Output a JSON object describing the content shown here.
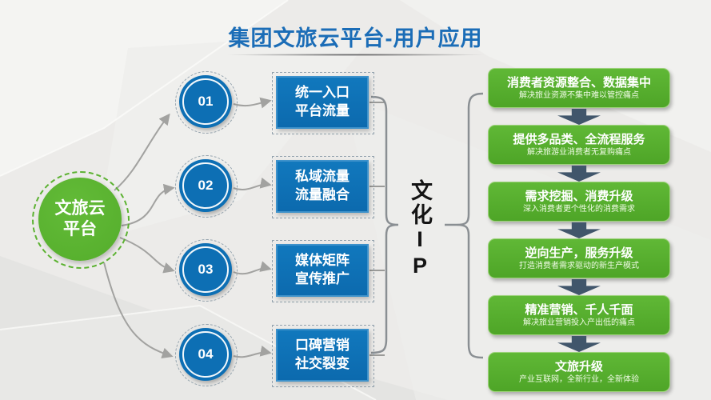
{
  "title": "集团文旅云平台-用户应用",
  "platform": {
    "line1": "文旅云",
    "line2": "平台"
  },
  "center_label": {
    "text": "文化IP"
  },
  "steps": [
    {
      "num": "01",
      "box_line1": "统一入口",
      "box_line2": "平台流量"
    },
    {
      "num": "02",
      "box_line1": "私域流量",
      "box_line2": "流量融合"
    },
    {
      "num": "03",
      "box_line1": "媒体矩阵",
      "box_line2": "宣传推广"
    },
    {
      "num": "04",
      "box_line1": "口碑营销",
      "box_line2": "社交裂变"
    }
  ],
  "outcomes": [
    {
      "title": "消费者资源整合、数据集中",
      "subtitle": "解决旅业资源不集中难以管控痛点"
    },
    {
      "title": "提供多品类、全流程服务",
      "subtitle": "解决旅游业消费者无复购痛点"
    },
    {
      "title": "需求挖掘、消费升级",
      "subtitle": "深入消费者更个性化的消费需求"
    },
    {
      "title": "逆向生产，服务升级",
      "subtitle": "打造消费者需求驱动的新生产模式"
    },
    {
      "title": "精准营销、千人千面",
      "subtitle": "解决旅业营销投入产出低的痛点"
    },
    {
      "title": "文旅升级",
      "subtitle": "产业互联网，全新行业，全新体验"
    }
  ],
  "colors": {
    "title_blue": "#1b6db7",
    "circle_blue": "#0d6fb4",
    "green": "#55ae2e",
    "arrow_slate": "#41566b",
    "connector_gray": "#a2a2a0",
    "background": "#ecebe9"
  }
}
